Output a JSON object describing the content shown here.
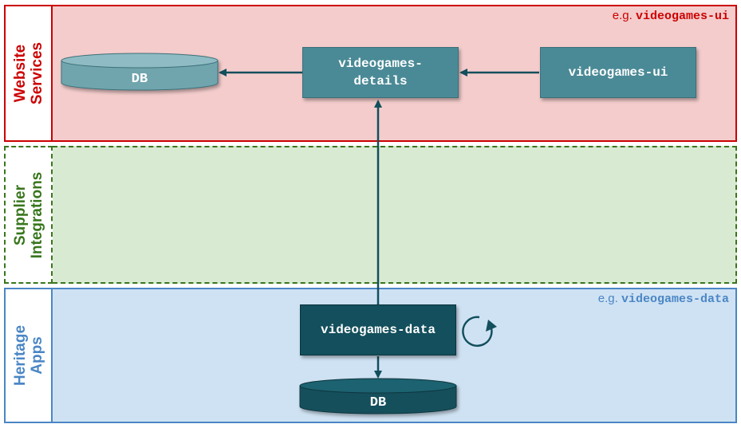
{
  "lanes": {
    "website": {
      "label_line1": "Website",
      "label_line2": "Services",
      "example_prefix": "e.g. ",
      "example_code": "videogames-ui",
      "color": "#cc0000",
      "fill": "#f4cccc"
    },
    "supplier": {
      "label_line1": "Supplier",
      "label_line2": "Integrations",
      "color": "#38761d",
      "fill": "#d9ead3"
    },
    "heritage": {
      "label_line1": "Heritage",
      "label_line2": "Apps",
      "example_prefix": "e.g. ",
      "example_code": "videogames-data",
      "color": "#4a86c5",
      "fill": "#cfe2f3"
    }
  },
  "nodes": {
    "details": {
      "line1": "videogames-",
      "line2": "details"
    },
    "ui": {
      "label": "videogames-ui"
    },
    "data": {
      "label": "videogames-data"
    },
    "db_top": {
      "label": "DB"
    },
    "db_bottom": {
      "label": "DB"
    }
  },
  "colors": {
    "service_box": "#4a8a96",
    "heritage_box": "#134f5c",
    "arrow": "#134f5c"
  },
  "icons": {
    "refresh": "circular-refresh-arrow"
  }
}
